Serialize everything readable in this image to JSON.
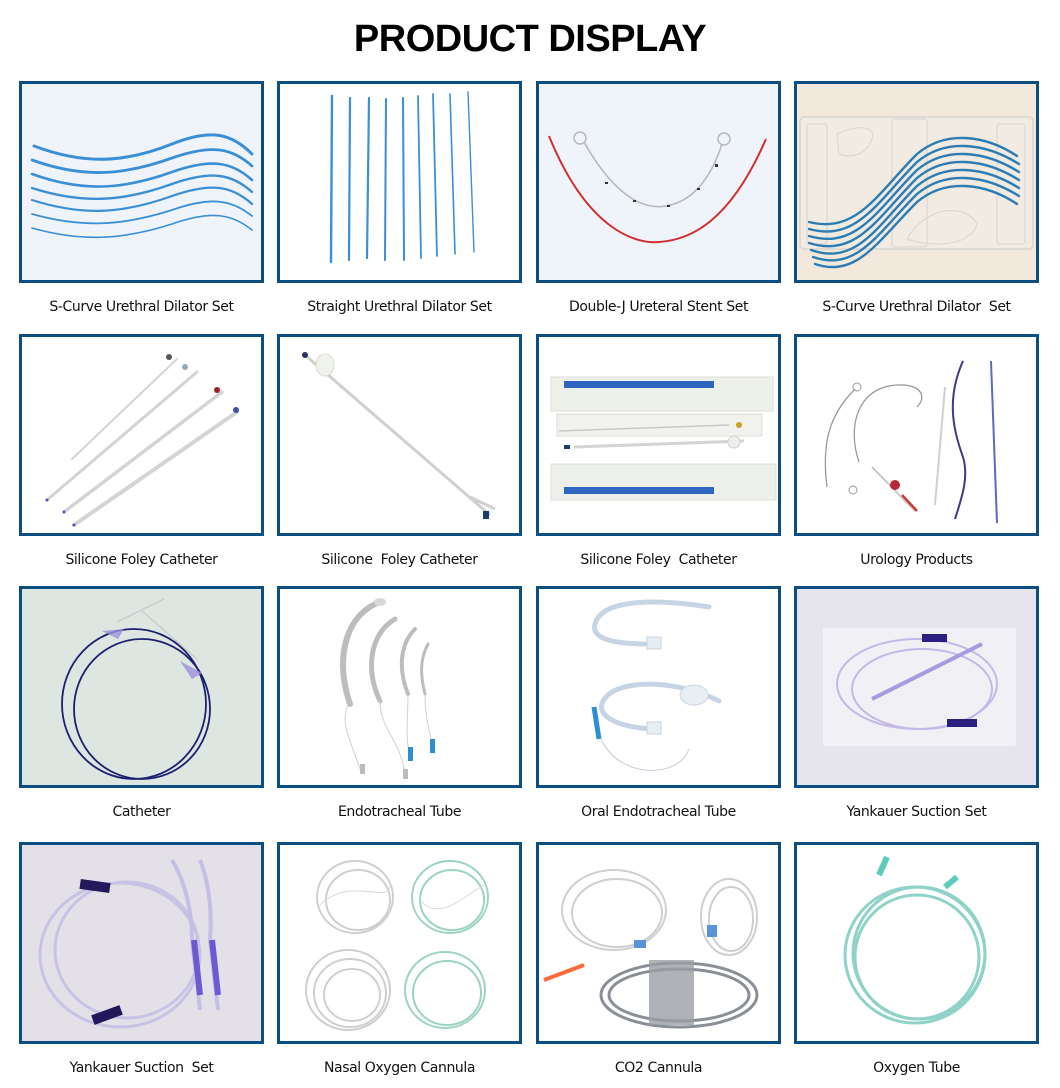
{
  "page": {
    "title": "PRODUCT DISPLAY",
    "frame_border_color": "#0b4f82"
  },
  "products": [
    {
      "label": "S-Curve Urethral Dilator Set",
      "image": "blue-s-curve-dilators",
      "bg": "#eef4f9"
    },
    {
      "label": "Straight Urethral Dilator Set",
      "image": "blue-straight-dilators",
      "bg": "#ffffff"
    },
    {
      "label": "Double-J Ureteral Stent Set",
      "image": "double-j-stent-red-guidewire",
      "bg": "#eef4f9"
    },
    {
      "label": "S-Curve Urethral Dilator  Set",
      "image": "s-curve-dilators-in-tray",
      "bg": "#f3e8dc"
    },
    {
      "label": "Silicone Foley Catheter",
      "image": "four-foley-catheters",
      "bg": "#ffffff"
    },
    {
      "label": "Silicone  Foley Catheter",
      "image": "single-foley-catheter-balloon",
      "bg": "#ffffff"
    },
    {
      "label": "Silicone Foley  Catheter",
      "image": "packaged-foley-catheters",
      "bg": "#ffffff"
    },
    {
      "label": "Urology Products",
      "image": "assorted-urology-stents",
      "bg": "#ffffff"
    },
    {
      "label": "Catheter",
      "image": "coiled-navy-catheter",
      "bg": "#dde6e0"
    },
    {
      "label": "Endotracheal Tube",
      "image": "four-endotracheal-tubes",
      "bg": "#ffffff"
    },
    {
      "label": "Oral Endotracheal Tube",
      "image": "two-oral-endotracheal-tubes",
      "bg": "#ffffff"
    },
    {
      "label": "Yankauer Suction Set",
      "image": "yankauer-set-in-bag",
      "bg": "#e6e4ec"
    },
    {
      "label": "Yankauer Suction  Set",
      "image": "yankauer-tubing-and-handles",
      "bg": "#e3e0e8"
    },
    {
      "label": "Nasal Oxygen Cannula",
      "image": "four-nasal-cannulas",
      "bg": "#ffffff"
    },
    {
      "label": "CO2 Cannula",
      "image": "co2-sampling-cannulas",
      "bg": "#ffffff"
    },
    {
      "label": "Oxygen Tube",
      "image": "green-oxygen-tubing-coil",
      "bg": "#ffffff"
    }
  ]
}
